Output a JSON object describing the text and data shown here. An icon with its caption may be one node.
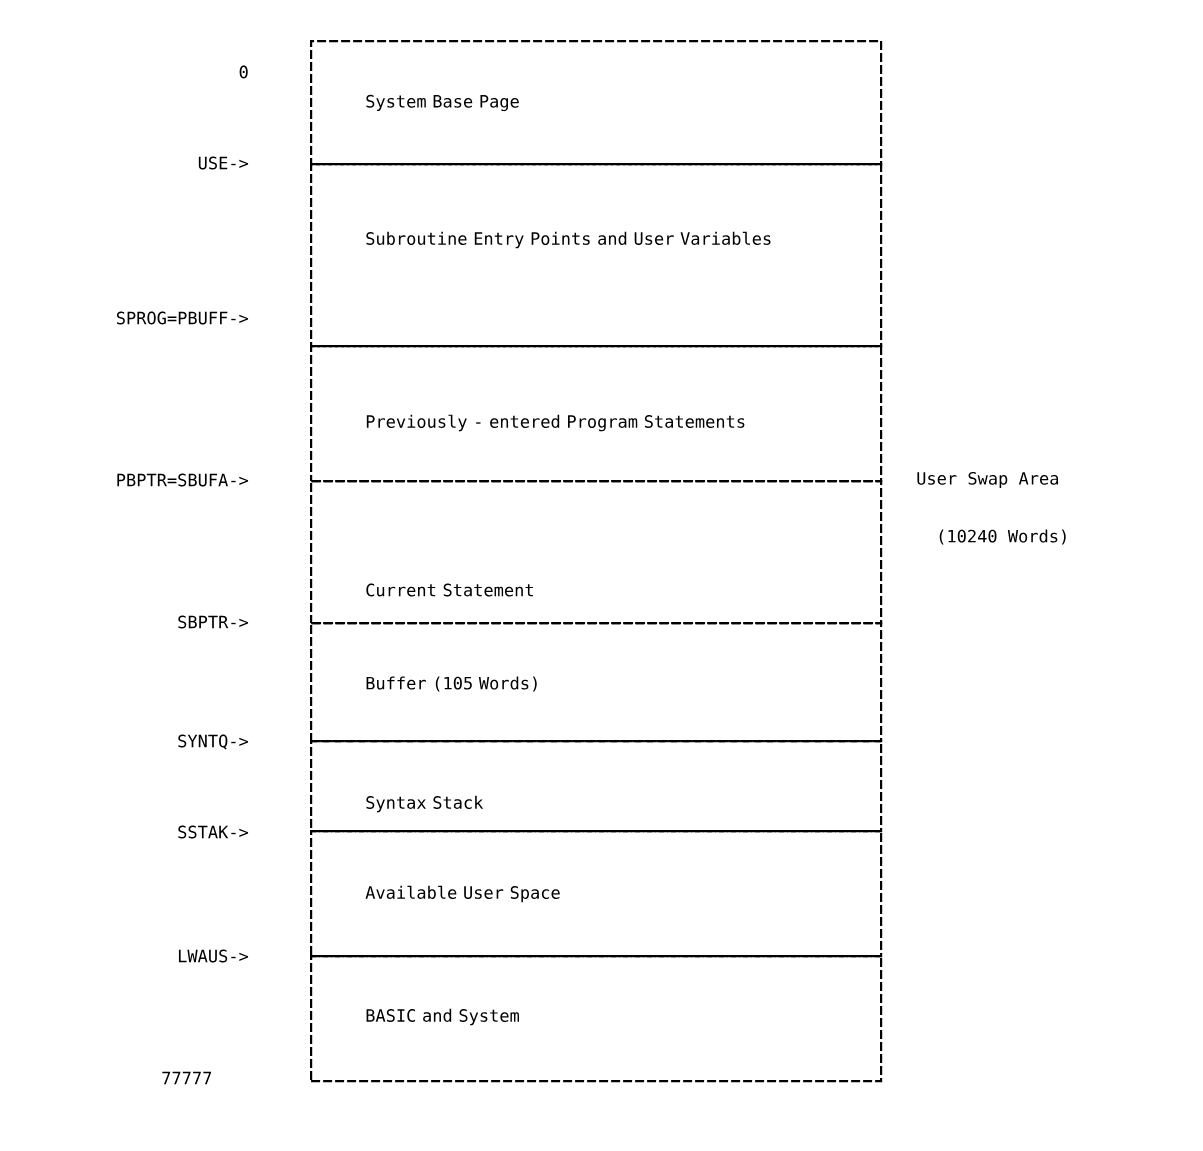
{
  "diagram": {
    "nodes": [
      {
        "text": [
          "System Base Page"
        ]
      },
      {
        "text": [
          "Subroutine Entry Points and User Variables"
        ]
      },
      {
        "text": [
          "Previously - entered Program Statements"
        ]
      },
      {
        "text": [
          "Current Statement"
        ]
      },
      {
        "text": [
          "Buffer (105 Words)"
        ]
      },
      {
        "text": [
          "Syntax Stack"
        ]
      },
      {
        "text": [
          "Available User Space"
        ]
      },
      {
        "text": [
          "BASIC and System"
        ]
      }
    ],
    "labels": [
      "0",
      "USE->",
      "SPROG=PBUFF->",
      "PBPTR=SBUFA->",
      "User Swap Area",
      "(10240 Words)",
      "SBPTR->",
      "SYNTQ->",
      "SSTAK->",
      "LWAUS->",
      "77777"
    ]
  }
}
